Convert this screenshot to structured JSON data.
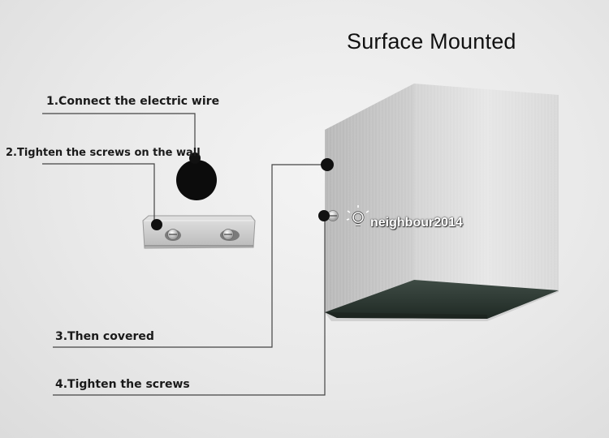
{
  "title": "Surface Mounted",
  "steps": [
    {
      "label": "1.Connect the electric wire"
    },
    {
      "label": "2.Tighten the screws on the wall"
    },
    {
      "label": "3.Then covered"
    },
    {
      "label": "4.Tighten the screws"
    }
  ],
  "watermark": "neighbour2014",
  "colors": {
    "line": "#444444",
    "dot": "#111111",
    "aluminum_light": "#dcdcdc",
    "aluminum_mid": "#c4c4c4",
    "lens_green": "#2d3a33"
  },
  "icons": [
    "lightbulb-icon"
  ]
}
